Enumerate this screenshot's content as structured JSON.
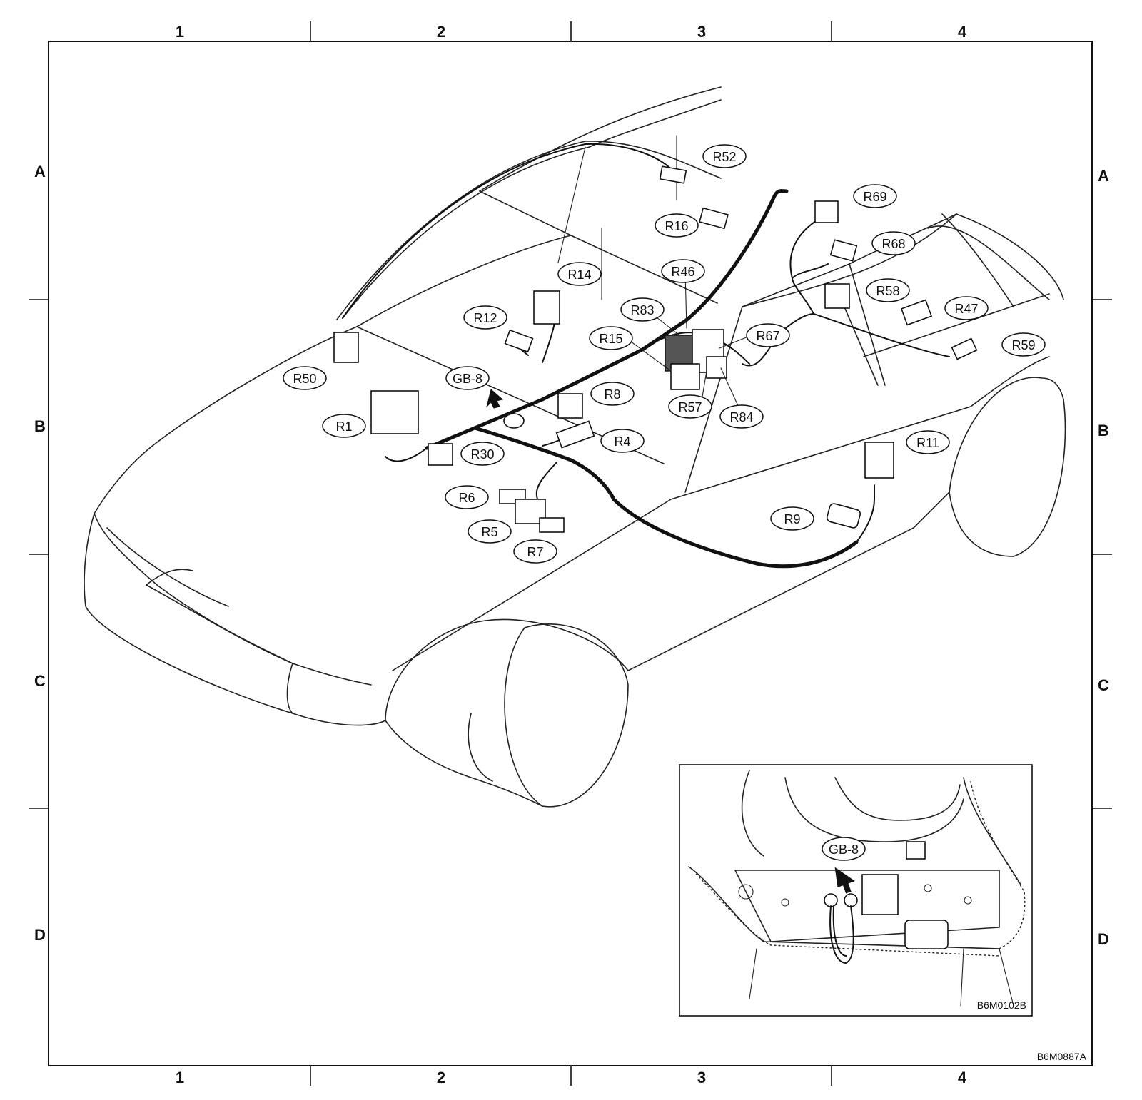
{
  "grid": {
    "columns": [
      "1",
      "2",
      "3",
      "4"
    ],
    "rows": [
      "A",
      "B",
      "C",
      "D"
    ]
  },
  "callouts": [
    "R52",
    "R16",
    "R69",
    "R68",
    "R46",
    "R14",
    "R58",
    "R47",
    "R12",
    "R83",
    "R67",
    "R15",
    "R59",
    "R50",
    "GB-8",
    "R8",
    "R57",
    "R84",
    "R1",
    "R4",
    "R11",
    "R30",
    "R6",
    "R9",
    "R5",
    "R7"
  ],
  "inset": {
    "callout": "GB-8",
    "code": "B6M0102B"
  },
  "figure_code": "B6M0887A"
}
